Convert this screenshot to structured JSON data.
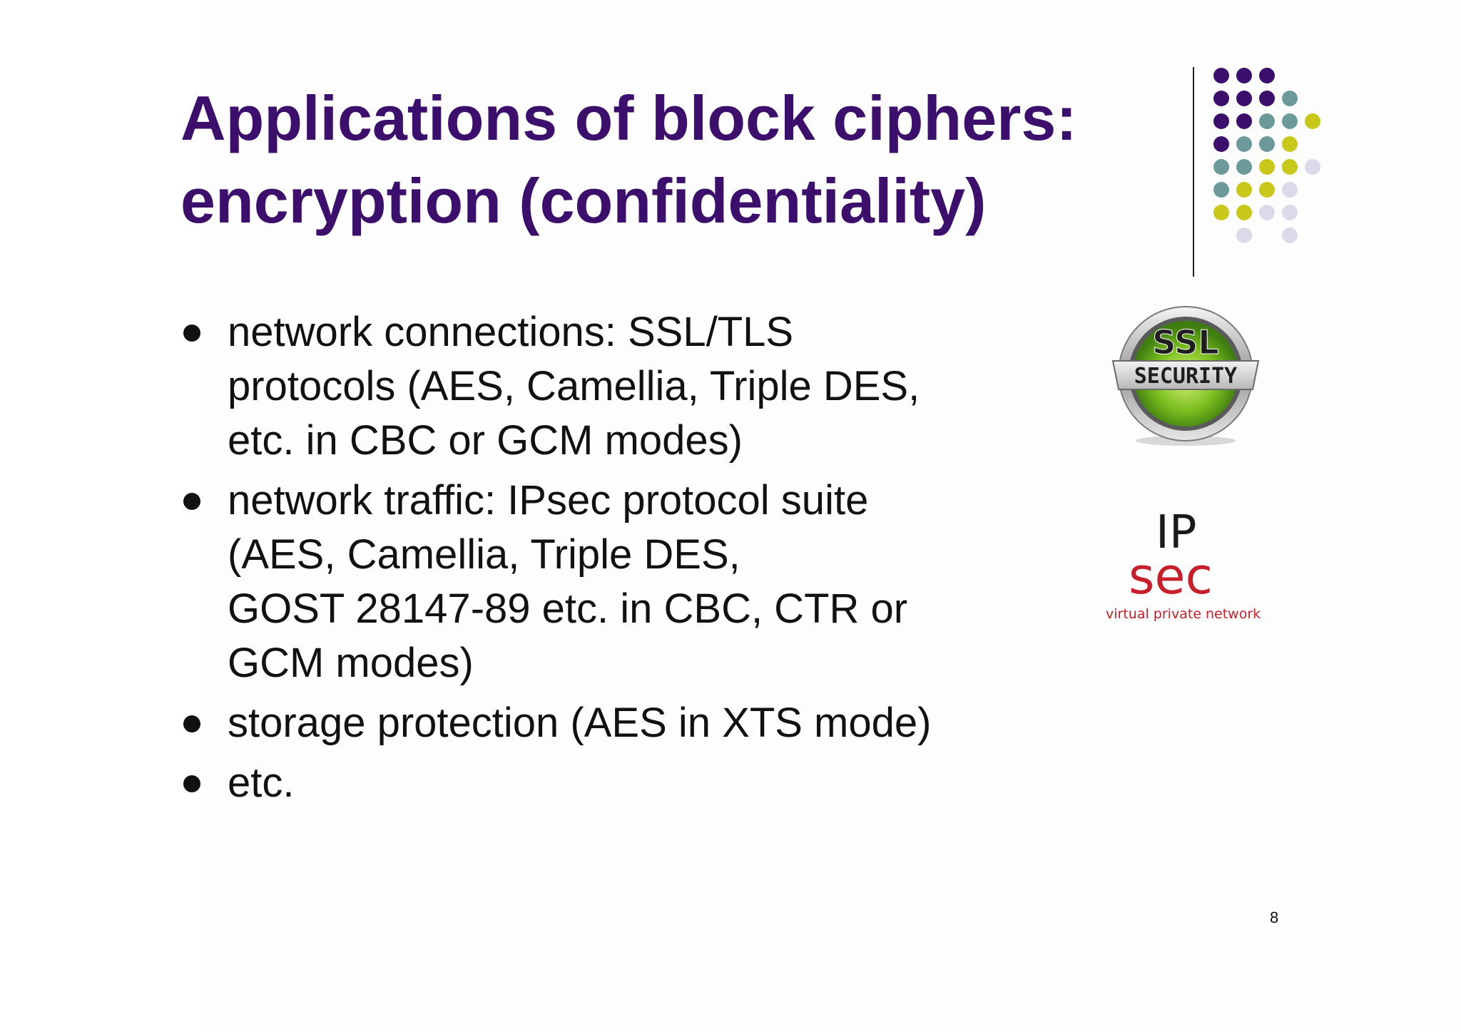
{
  "slide": {
    "title_lines": [
      "Applications of block ciphers:",
      "encryption (confidentiality)"
    ],
    "bullets": [
      {
        "lines": [
          "network connections: SSL/TLS",
          "protocols (AES, Camellia, Triple DES,",
          "etc. in CBC or GCM modes)"
        ]
      },
      {
        "lines": [
          "network traffic: IPsec protocol suite",
          "(AES, Camellia, Triple DES,",
          "GOST 28147-89 etc. in CBC, CTR or",
          "GCM modes)"
        ]
      },
      {
        "lines": [
          "storage protection (AES in XTS mode)"
        ]
      },
      {
        "lines": [
          "etc."
        ]
      }
    ],
    "ssl_badge": {
      "line1": "SSL",
      "line2": "SECURITY"
    },
    "ipsec_logo": {
      "ip": "IP",
      "sec": "sec",
      "subtitle": "virtual private network"
    },
    "page_number": "8"
  },
  "colors": {
    "title": "#3b0f6b",
    "dot_purple": "#3b0f6b",
    "dot_teal": "#6c9a9a",
    "dot_lime": "#c8c81a",
    "dot_lavender": "#dcdaea",
    "ipsec_red": "#c8202a"
  }
}
